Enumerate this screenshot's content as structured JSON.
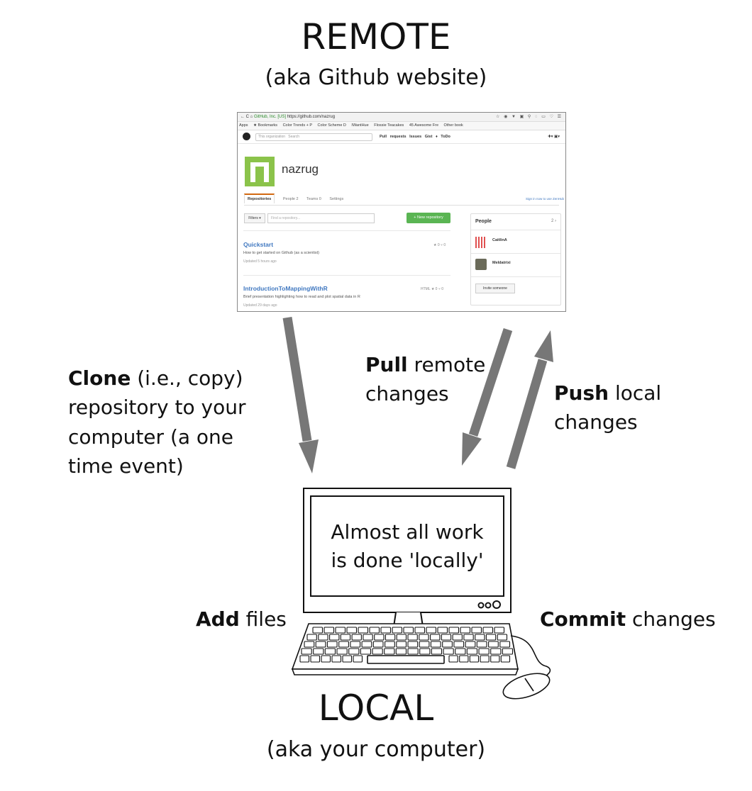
{
  "remote": {
    "title": "REMOTE",
    "subtitle": "(aka Github website)"
  },
  "local": {
    "title": "LOCAL",
    "subtitle": "(aka your computer)"
  },
  "github": {
    "url_site": "GitHub, Inc. [US]",
    "url": "https://github.com/nazrug",
    "bookmarks": [
      "Apps",
      "★ Bookmarks",
      "Color Trends + P",
      "Color Scheme D",
      "IWantHue",
      "Flossie Teacakes",
      "45 Awesome Fre",
      "Other book"
    ],
    "search_scope": "This organization",
    "search_placeholder": "Search",
    "nav_links": "Pull requests  Issues  Gist  ♦ ToDo",
    "nav_right": "✚▾  ▣▾",
    "org_name": "nazrug",
    "tabs": [
      "Repositories",
      "People 2",
      "Teams 0",
      "Settings"
    ],
    "filters_label": "Filters ▾",
    "find_placeholder": "Find a repository...",
    "new_repo_label": "+ New repository",
    "repos": [
      {
        "name": "Quickstart",
        "description": "How to get started on Github (as a scientist)",
        "updated": "Updated 5 hours ago",
        "meta": "★ 0  ⑂ 0"
      },
      {
        "name": "IntroductionToMappingWithR",
        "description": "Brief presentation highlighting how to read and plot spatial data in R",
        "updated": "Updated 29 days ago",
        "meta": "HTML  ★ 0  ⑂ 0"
      }
    ],
    "people": {
      "heading": "People",
      "count": "2 ›",
      "members": [
        "CaitlinA",
        "Meldatrixi"
      ],
      "invite_label": "Invite someone",
      "zenhub": "Sign in now to use ZenHub"
    }
  },
  "actions": {
    "clone_bold": "Clone",
    "clone_line1_rest": " (i.e., copy)",
    "clone_line2": "repository to your",
    "clone_line3": "computer (a one",
    "clone_line4": "time event)",
    "pull_bold": "Pull",
    "pull_line1_rest": " remote",
    "pull_line2": "changes",
    "push_bold": "Push",
    "push_line1_rest": " local",
    "push_line2": "changes",
    "add_bold": "Add",
    "add_rest": " files",
    "commit_bold": "Commit",
    "commit_rest": " changes"
  },
  "screen": {
    "line1": "Almost all work",
    "line2": "is done 'locally'"
  },
  "colors": {
    "arrow": "#777777",
    "github_link": "#4078c0",
    "github_green": "#5ab553",
    "avatar_green": "#8bc34a"
  }
}
